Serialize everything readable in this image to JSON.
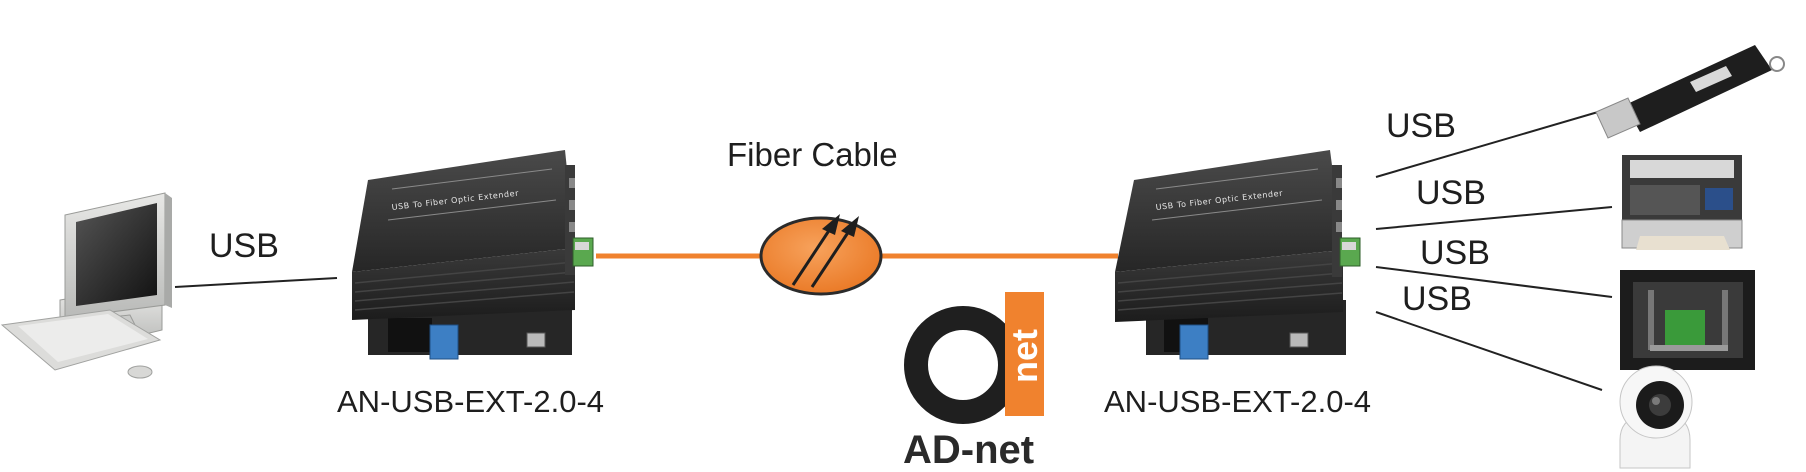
{
  "diagram": {
    "fiber_label": "Fiber Cable",
    "pc_link_label": "USB",
    "device_link_labels": [
      "USB",
      "USB",
      "USB",
      "USB"
    ],
    "left_extender": {
      "model": "AN-USB-EXT-2.0-4",
      "panel_text": "USB To Fiber Optic Extender"
    },
    "right_extender": {
      "model": "AN-USB-EXT-2.0-4",
      "panel_text": "USB To Fiber Optic Extender"
    },
    "brand_name": "AD-net",
    "logo_text": "net",
    "devices": [
      "usb-flash-drive",
      "printer",
      "3d-printer",
      "ip-camera"
    ],
    "colors": {
      "fiber": "#f0822e",
      "extender_body": "#2c2c2c",
      "sfp_blue": "#3d7fc4"
    }
  }
}
